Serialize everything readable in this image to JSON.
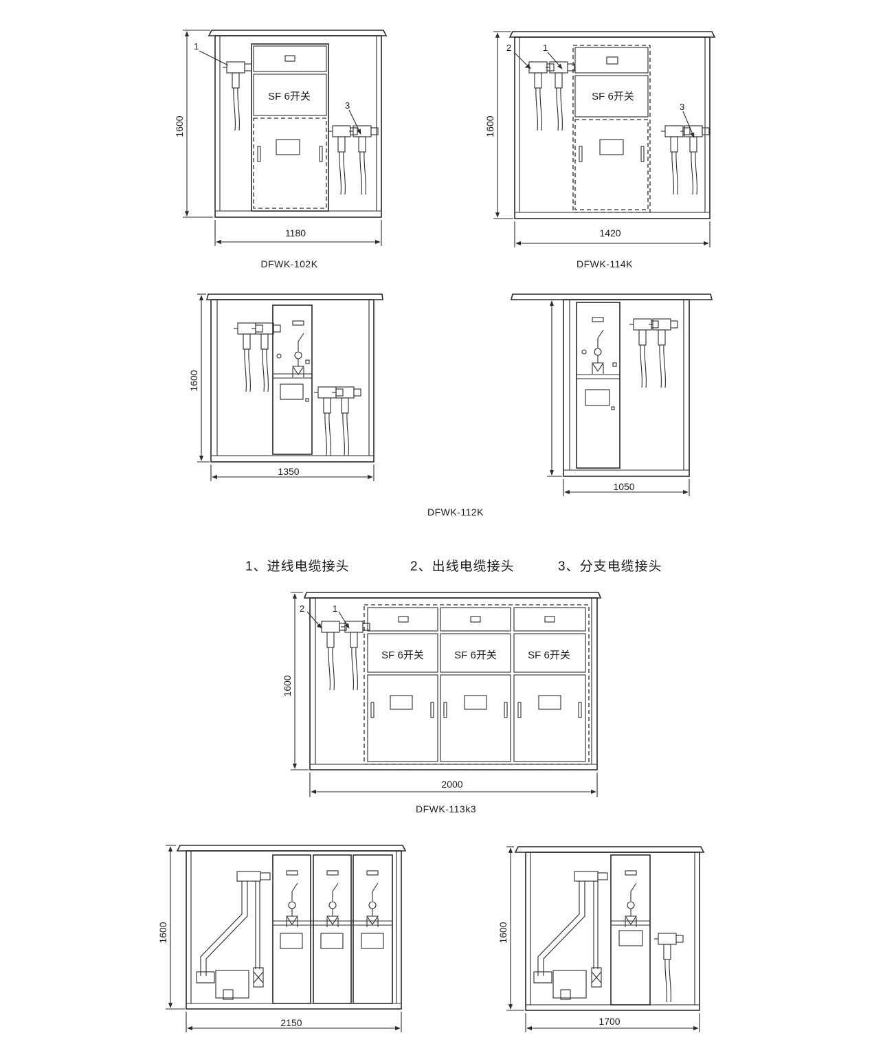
{
  "cell_label": "SF 6开关",
  "captions": {
    "d102k": "DFWK-102K",
    "d114k": "DFWK-114K",
    "d112k": "DFWK-112K",
    "d113k3": "DFWK-113k3"
  },
  "dimensions": {
    "height": "1600",
    "w_102k": "1180",
    "w_114k": "1420",
    "w_112k_a": "1350",
    "w_112k_b": "1050",
    "w_113k3": "2000",
    "w_bottom_left": "2150",
    "w_bottom_right": "1700"
  },
  "callouts": {
    "n1": "1",
    "n2": "2",
    "n3": "3"
  },
  "legend": {
    "item1": "1、进线电缆接头",
    "item2": "2、出线电缆接头",
    "item3": "3、分支电缆接头"
  }
}
